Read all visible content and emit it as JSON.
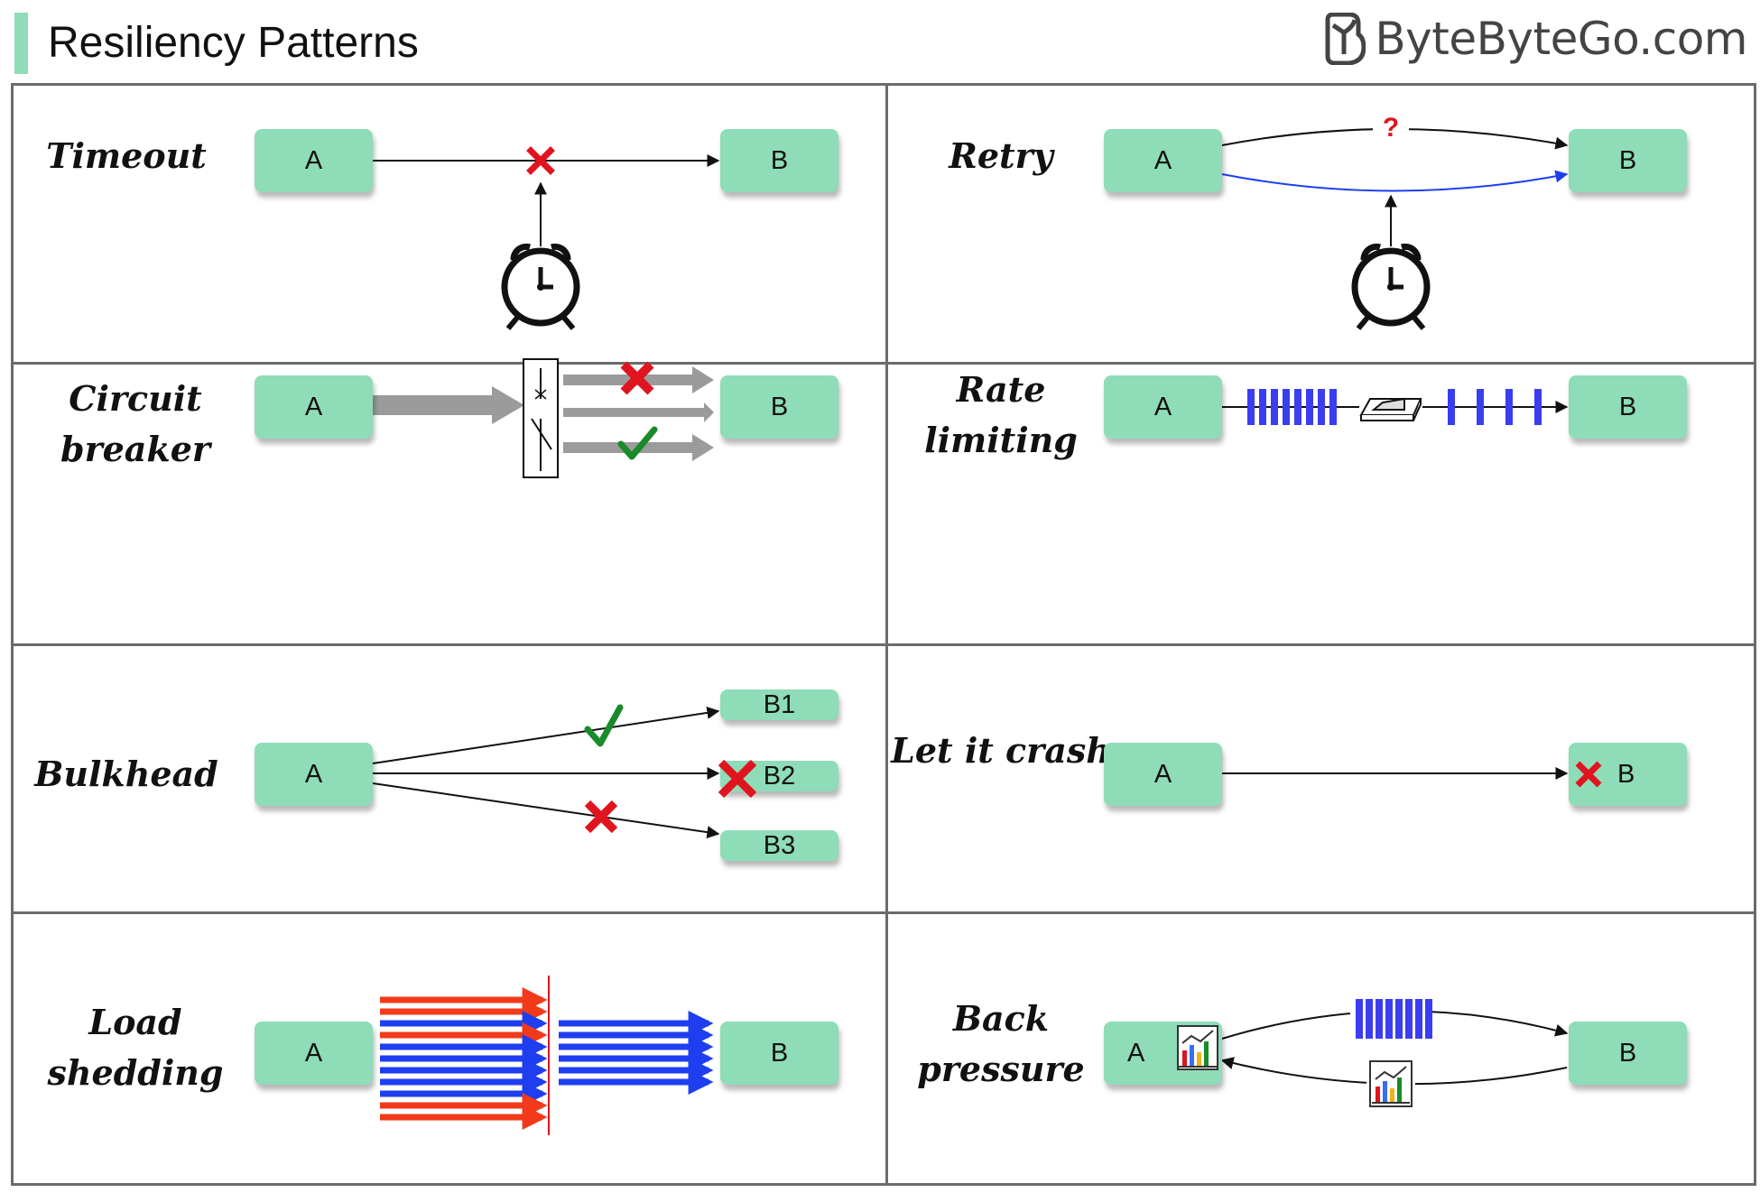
{
  "header": {
    "title": "Resiliency Patterns",
    "brand": "ByteByteGo.com"
  },
  "colors": {
    "node": "#8fdcb8",
    "border": "#6b6b6b",
    "fail": "#e0141e",
    "ok": "#1a8a2a",
    "retry": "#1e3ef0",
    "queue": "#3a3ef0",
    "shed": "#f23a1a",
    "arrow_grey": "#9b9b9b"
  },
  "patterns": {
    "timeout": {
      "label": "Timeout",
      "a": "A",
      "b": "B",
      "icons": [
        "x-icon",
        "alarm-clock-icon"
      ]
    },
    "retry": {
      "label": "Retry",
      "a": "A",
      "b": "B",
      "question": "?",
      "icons": [
        "alarm-clock-icon"
      ]
    },
    "circuit": {
      "label": "Circuit breaker",
      "a": "A",
      "b": "B",
      "icons": [
        "switch-icon",
        "x-icon",
        "check-icon"
      ]
    },
    "rate": {
      "label": "Rate limiting",
      "a": "A",
      "b": "B",
      "icons": [
        "toggle-switch-icon"
      ]
    },
    "bulkhead": {
      "label": "Bulkhead",
      "a": "A",
      "b1": "B1",
      "b2": "B2",
      "b3": "B3",
      "icons": [
        "check-icon",
        "x-icon"
      ]
    },
    "crash": {
      "label": "Let it crash",
      "a": "A",
      "b": "B",
      "icons": [
        "x-icon"
      ]
    },
    "shedding": {
      "label": "Load shedding",
      "a": "A",
      "b": "B"
    },
    "backpressure": {
      "label": "Back pressure",
      "a": "A",
      "b": "B",
      "icons": [
        "chart-icon"
      ]
    }
  }
}
